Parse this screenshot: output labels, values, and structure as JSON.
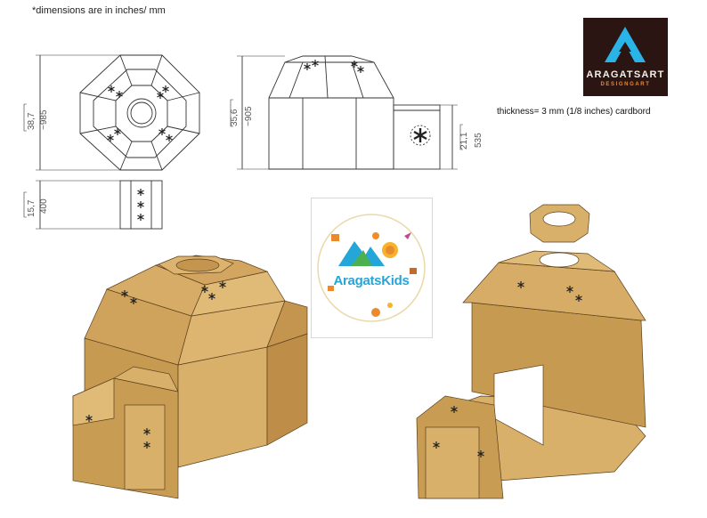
{
  "header": {
    "note": "*dimensions are in  inches/ mm"
  },
  "logo": {
    "brand": "ARAGATSART",
    "sub": "DESIGNGART",
    "mark": "mountain-a-logo"
  },
  "spec": {
    "thickness": "thickness= 3 mm (1/8 inches) cardbord"
  },
  "dimensions": {
    "top_view_height_in": "38,7",
    "top_view_height_mm": "~985",
    "tunnel_length_in": "15,7",
    "tunnel_length_mm": "400",
    "dome_height_in": "35,6",
    "dome_height_mm": "~905",
    "tunnel_height_in": "21,1",
    "tunnel_height_mm": "535"
  },
  "brand_card": {
    "name": "AragatsKids"
  },
  "colors": {
    "cardboard": "#d8b06a",
    "cardboard_dark": "#b98a45",
    "cardboard_shadow": "#a3773a",
    "line": "#333333",
    "logo_bg": "#2a1512",
    "logo_accent": "#2ab3e6",
    "kids_blue": "#25a6d9"
  }
}
